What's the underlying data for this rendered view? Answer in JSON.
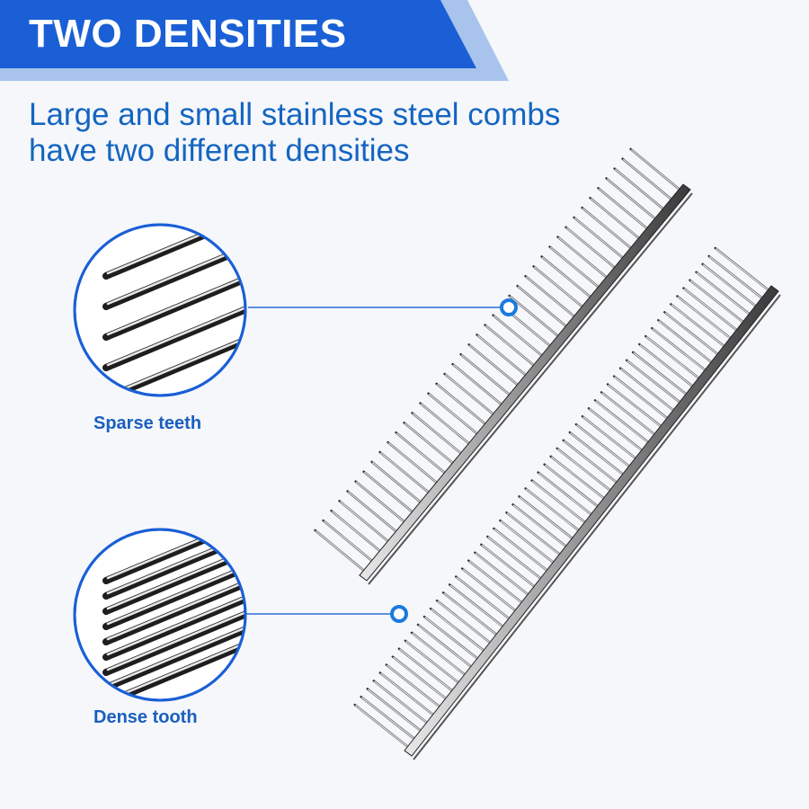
{
  "header": {
    "title": "TWO DENSITIES",
    "subtitle_line1": "Large and small stainless steel combs",
    "subtitle_line2": "have two different densities"
  },
  "callouts": {
    "sparse_label": "Sparse teeth",
    "dense_label": "Dense tooth"
  },
  "colors": {
    "banner_blue": "#1a5fd6",
    "banner_shadow": "#a9c4ec",
    "text_blue": "#1565c0",
    "callout_line": "#2a6fd6",
    "background": "#f5f7fb"
  },
  "icons": {
    "callout_marker": "ring-dot-icon"
  }
}
